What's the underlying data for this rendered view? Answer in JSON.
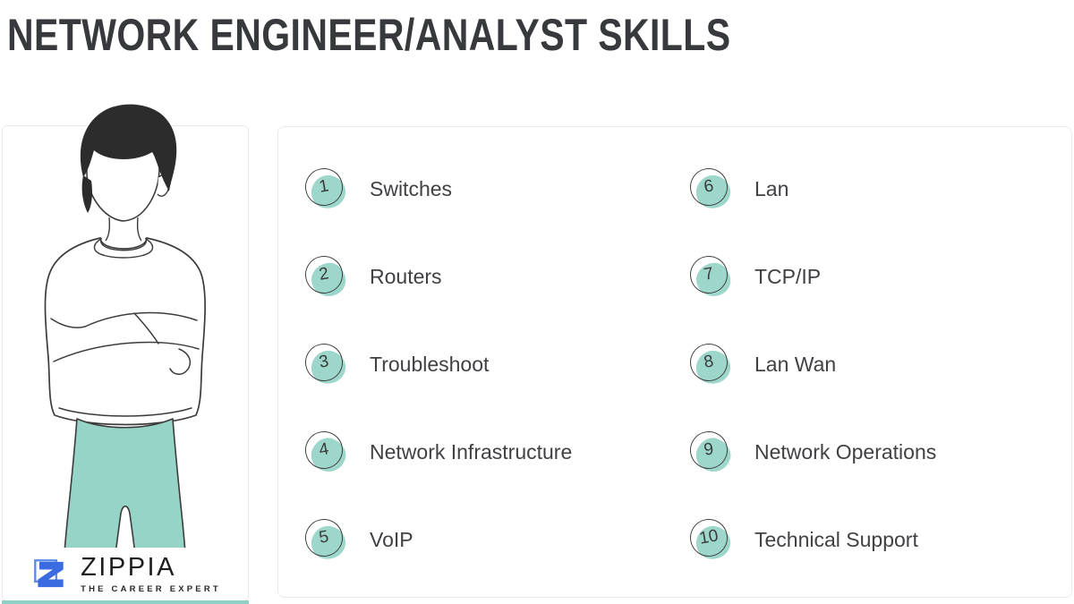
{
  "header": {
    "title": "NETWORK ENGINEER/ANALYST SKILLS"
  },
  "skills": {
    "left": [
      {
        "number": "1",
        "label": "Switches"
      },
      {
        "number": "2",
        "label": "Routers"
      },
      {
        "number": "3",
        "label": "Troubleshoot"
      },
      {
        "number": "4",
        "label": "Network Infrastructure"
      },
      {
        "number": "5",
        "label": "VoIP"
      }
    ],
    "right": [
      {
        "number": "6",
        "label": "Lan"
      },
      {
        "number": "7",
        "label": "TCP/IP"
      },
      {
        "number": "8",
        "label": "Lan Wan"
      },
      {
        "number": "9",
        "label": "Network Operations"
      },
      {
        "number": "10",
        "label": "Technical Support"
      }
    ]
  },
  "logo": {
    "brand": "ZIPPIA",
    "tagline": "THE CAREER EXPERT"
  },
  "colors": {
    "accent_teal": "#9dd7cb",
    "pants_teal": "#96d4c7",
    "logo_blue": "#3b6be0",
    "logo_blue_light": "#5b8be5",
    "title_text": "#37393c",
    "body_text": "#3f4145",
    "accent_strip": "#8fd1c5"
  }
}
